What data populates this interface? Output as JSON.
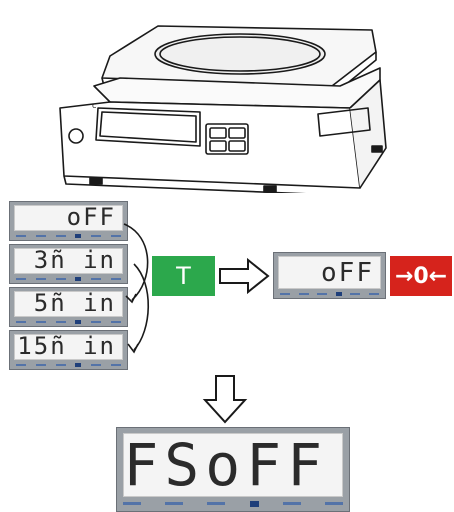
{
  "displays": {
    "cycle": [
      {
        "text": "oFF"
      },
      {
        "text": "3ñ in"
      },
      {
        "text": "5ñ in"
      },
      {
        "text": "15ñ in"
      }
    ],
    "result_small": {
      "text": "oFF"
    },
    "result_large": {
      "text": "FSoFF"
    }
  },
  "keys": {
    "tare": {
      "label": "T",
      "color": "#2ca84c"
    },
    "zero": {
      "label": "→0←",
      "color": "#d6231c"
    }
  },
  "colors": {
    "lcd_bezel": "#9aa0a6",
    "lcd_segment": "#2b2b2b",
    "indicator": "#3b64a8"
  }
}
